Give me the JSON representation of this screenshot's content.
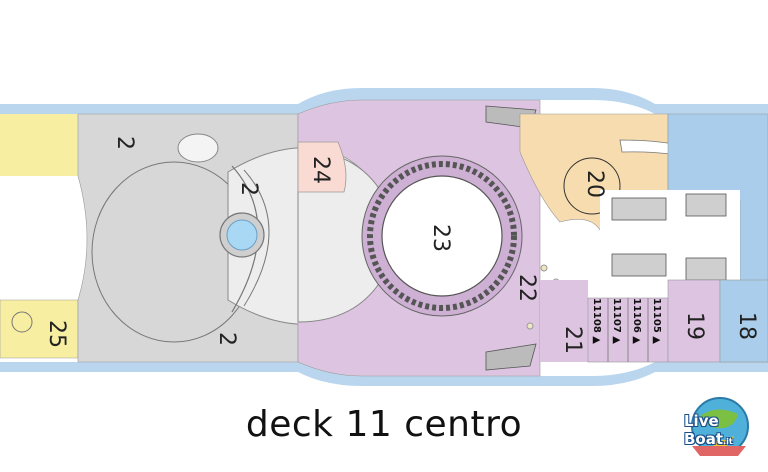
{
  "deck_title": "deck 11 centro",
  "areas": {
    "a2_top": "2",
    "a2_mid": "2",
    "a2_bottom": "2",
    "a18": "18",
    "a19": "19",
    "a20": "20",
    "a21": "21",
    "a22": "22",
    "a23": "23",
    "a24": "24",
    "a25": "25"
  },
  "cabins": [
    "11108 ▲",
    "11107 ▲",
    "11106 ▲",
    "11105 ▲"
  ],
  "logo": {
    "word1": "Live",
    "word2": "Boat",
    "suffix": ".it"
  },
  "colors": {
    "hull": "#b9d6ee",
    "yellow": "#f7eea2",
    "gray": "#d7d7d7",
    "pink": "#ddc4e1",
    "peach": "#f6dcae",
    "blue": "#a9cdea",
    "salmon": "#fadbd3"
  }
}
